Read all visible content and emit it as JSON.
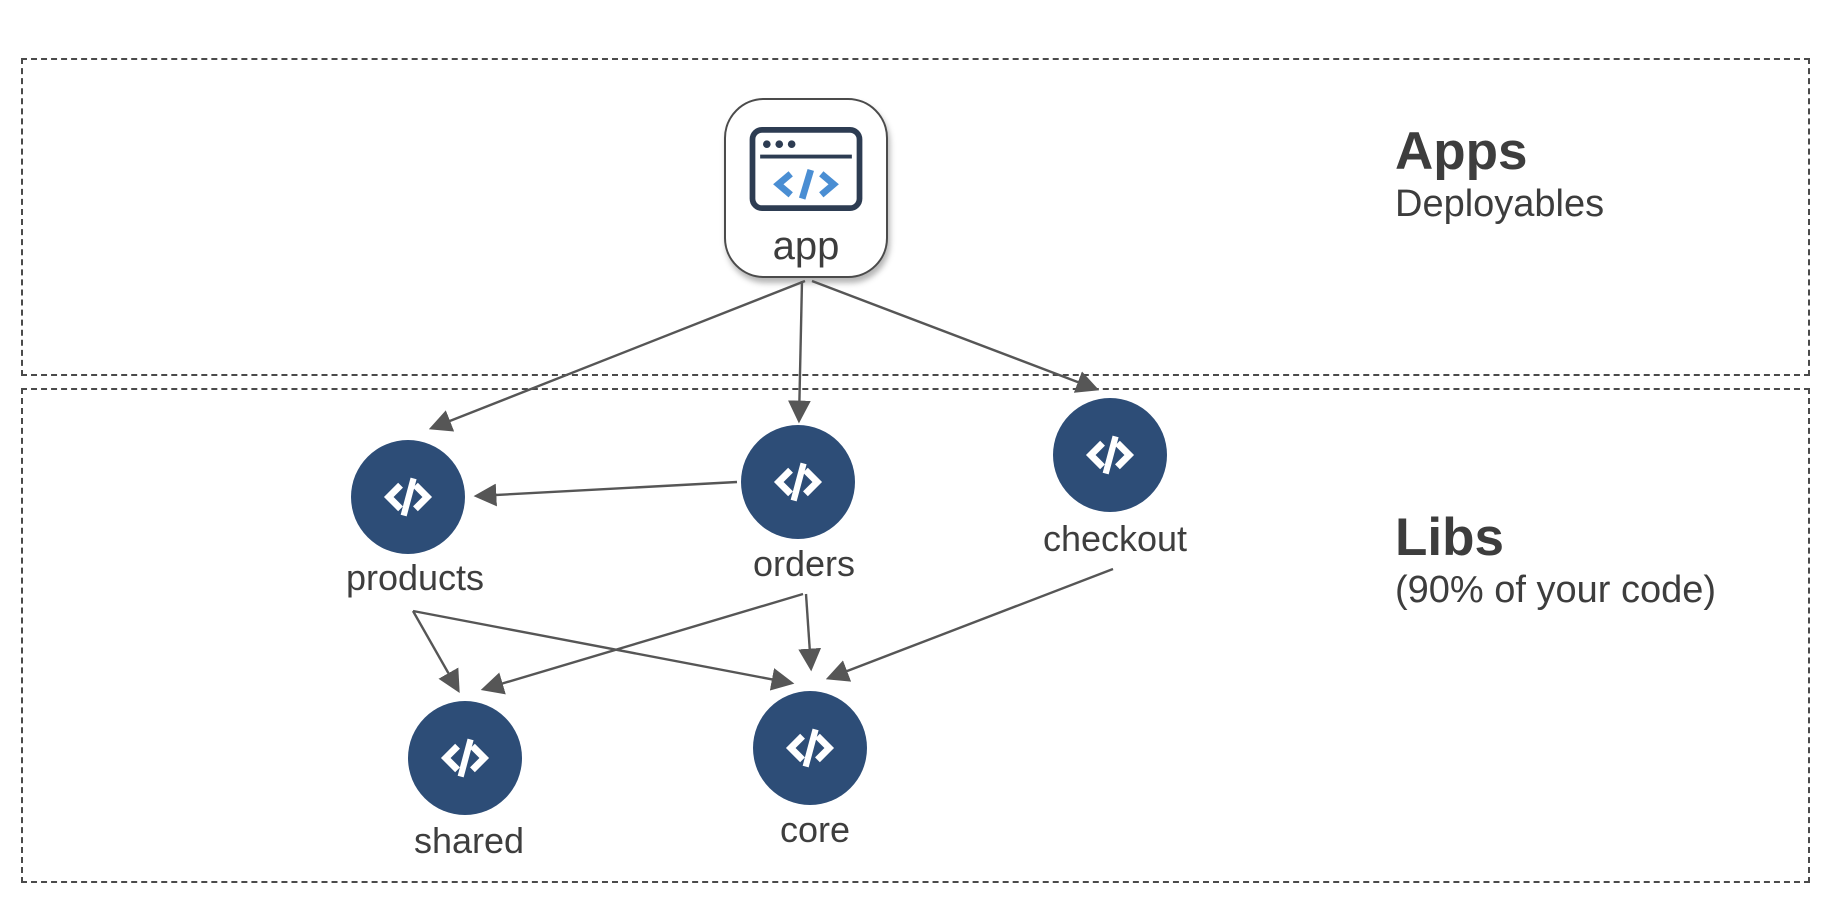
{
  "diagram": {
    "type": "dependency-graph",
    "sections": {
      "apps": {
        "title": "Apps",
        "subtitle": "Deployables"
      },
      "libs": {
        "title": "Libs",
        "subtitle": "(90% of your code)"
      }
    },
    "nodes": {
      "app": {
        "label": "app",
        "kind": "application",
        "icon": "browser-window-code-icon"
      },
      "products": {
        "label": "products",
        "kind": "library",
        "icon": "code-icon"
      },
      "orders": {
        "label": "orders",
        "kind": "library",
        "icon": "code-icon"
      },
      "checkout": {
        "label": "checkout",
        "kind": "library",
        "icon": "code-icon"
      },
      "shared": {
        "label": "shared",
        "kind": "library",
        "icon": "code-icon"
      },
      "core": {
        "label": "core",
        "kind": "library",
        "icon": "code-icon"
      }
    },
    "edges": [
      {
        "from": "app",
        "to": "products"
      },
      {
        "from": "app",
        "to": "orders"
      },
      {
        "from": "app",
        "to": "checkout"
      },
      {
        "from": "orders",
        "to": "products"
      },
      {
        "from": "products",
        "to": "shared"
      },
      {
        "from": "products",
        "to": "core"
      },
      {
        "from": "orders",
        "to": "shared"
      },
      {
        "from": "orders",
        "to": "core"
      },
      {
        "from": "checkout",
        "to": "core"
      }
    ],
    "colors": {
      "node_fill": "#2d4d77",
      "node_glyph": "#ffffff",
      "edge": "#565656",
      "dashed_border": "#4a4a4a",
      "text": "#3d3d3d",
      "browser_icon_frame": "#2d3c52",
      "browser_icon_code": "#4a8ed3",
      "background": "#ffffff"
    }
  }
}
